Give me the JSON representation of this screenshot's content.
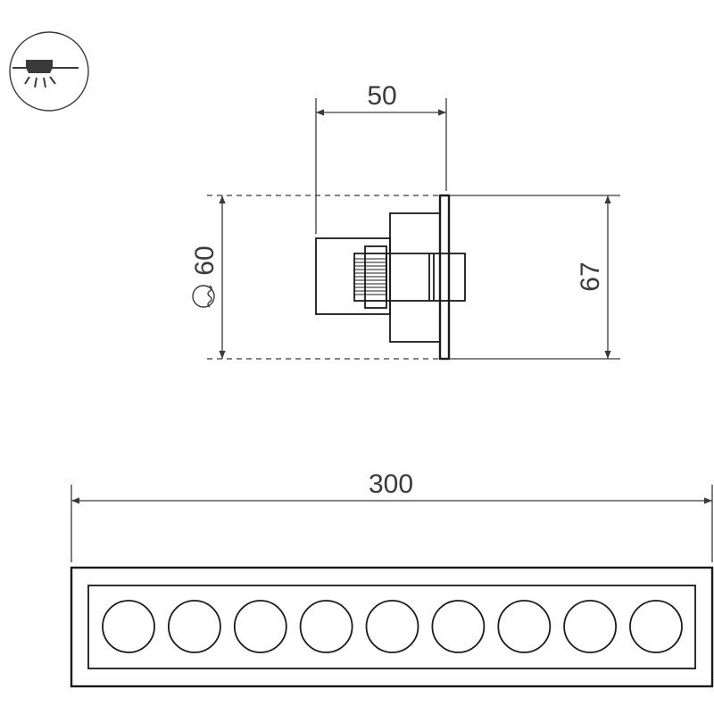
{
  "icon": {
    "name": "recessed-ceiling-light-icon"
  },
  "dimensions": {
    "depth": "50",
    "height": "67",
    "cutout_diameter": "60",
    "length": "300"
  },
  "front_view": {
    "lens_count": 9
  }
}
